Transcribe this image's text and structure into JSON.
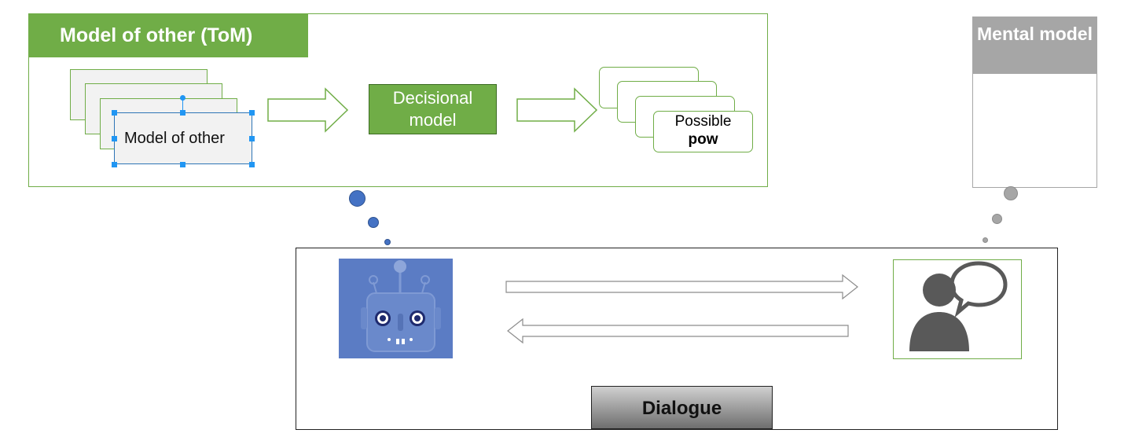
{
  "tom": {
    "title": "Model of other (ToM)",
    "model_of_other_label": "Model of other",
    "decisional_label": "Decisional model",
    "possible_pow_line1": "Possible",
    "possible_pow_line2": "pow"
  },
  "mental_model": {
    "title": "Mental model"
  },
  "dialogue": {
    "label": "Dialogue"
  },
  "colors": {
    "green": "#70ad47",
    "gray": "#a6a6a6",
    "blue": "#4472c4",
    "robot_bg": "#5b7cc4",
    "selection_blue": "#2196f3"
  },
  "icons": [
    "robot-icon",
    "user-speech-icon",
    "right-arrow-icon",
    "left-arrow-icon"
  ]
}
